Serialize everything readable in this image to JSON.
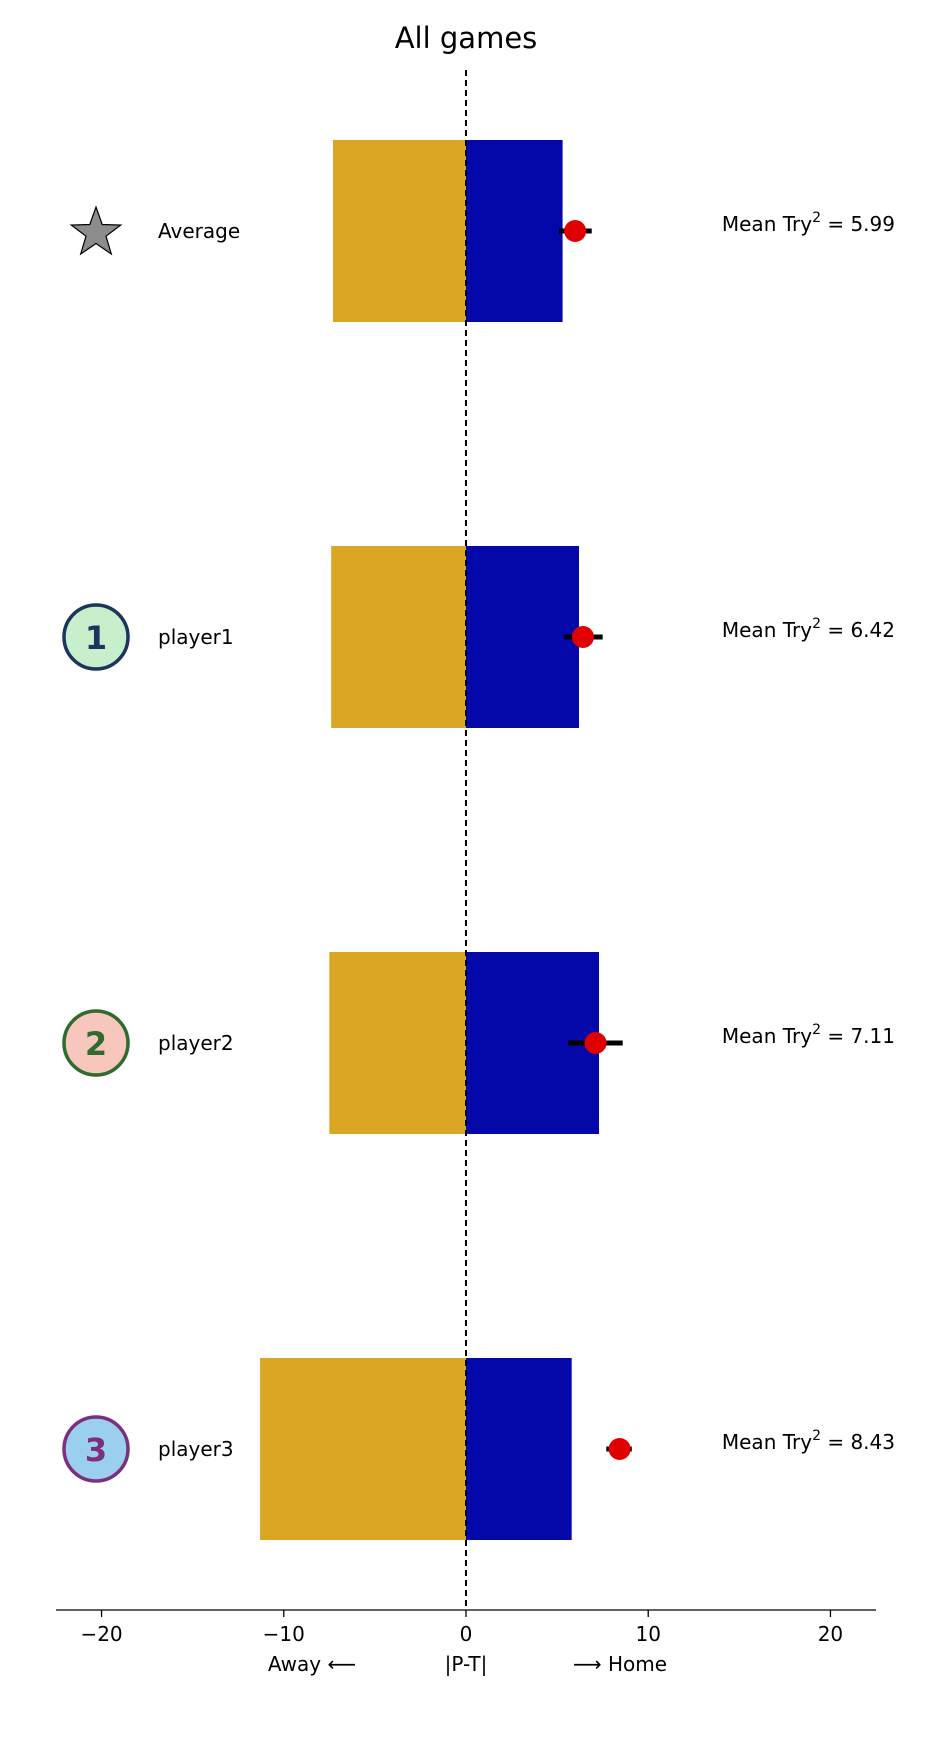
{
  "chart_data": {
    "type": "bar",
    "title": "All games",
    "xlabel": "|P-T|",
    "xlabel_left": "Away ⟵",
    "xlabel_right": "⟶ Home",
    "xlim": [
      -22.5,
      22.5
    ],
    "xticks": [
      -20,
      -10,
      0,
      10,
      20
    ],
    "xtick_labels": [
      "−20",
      "−10",
      "0",
      "10",
      "20"
    ],
    "grid": false,
    "reference_line_x": 0,
    "series": [
      {
        "label": "Average",
        "icon": "star-icon",
        "away": -7.3,
        "home": 5.3,
        "mean_try2": 5.99,
        "mean_label": "Mean Try",
        "mean_value_text": "= 5.99",
        "error_low": 5.1,
        "error_high": 6.9
      },
      {
        "label": "player1",
        "badge": "1",
        "icon": "player-badge-icon",
        "badge_fill": "#c8efcc",
        "badge_stroke": "#1b355e",
        "badge_text_color": "#1b355e",
        "away": -7.4,
        "home": 6.2,
        "mean_try2": 6.42,
        "mean_label": "Mean Try",
        "mean_value_text": "= 6.42",
        "error_low": 5.4,
        "error_high": 7.5
      },
      {
        "label": "player2",
        "badge": "2",
        "icon": "player-badge-icon",
        "badge_fill": "#f7c7bd",
        "badge_stroke": "#2f6b2f",
        "badge_text_color": "#2f6b2f",
        "away": -7.5,
        "home": 7.3,
        "mean_try2": 7.11,
        "mean_label": "Mean Try",
        "mean_value_text": "= 7.11",
        "error_low": 5.6,
        "error_high": 8.6
      },
      {
        "label": "player3",
        "badge": "3",
        "icon": "player-badge-icon",
        "badge_fill": "#9ad0ee",
        "badge_stroke": "#7a2f7f",
        "badge_text_color": "#7a2f7f",
        "away": -11.3,
        "home": 5.8,
        "mean_try2": 8.43,
        "mean_label": "Mean Try",
        "mean_value_text": "= 8.43",
        "error_low": 7.7,
        "error_high": 9.1
      }
    ],
    "colors": {
      "away": "#daa623",
      "home": "#0508a8",
      "mean_point": "#e00000",
      "error_bar": "#000000",
      "star_fill": "#8c8c8c"
    },
    "superscript": "2"
  }
}
